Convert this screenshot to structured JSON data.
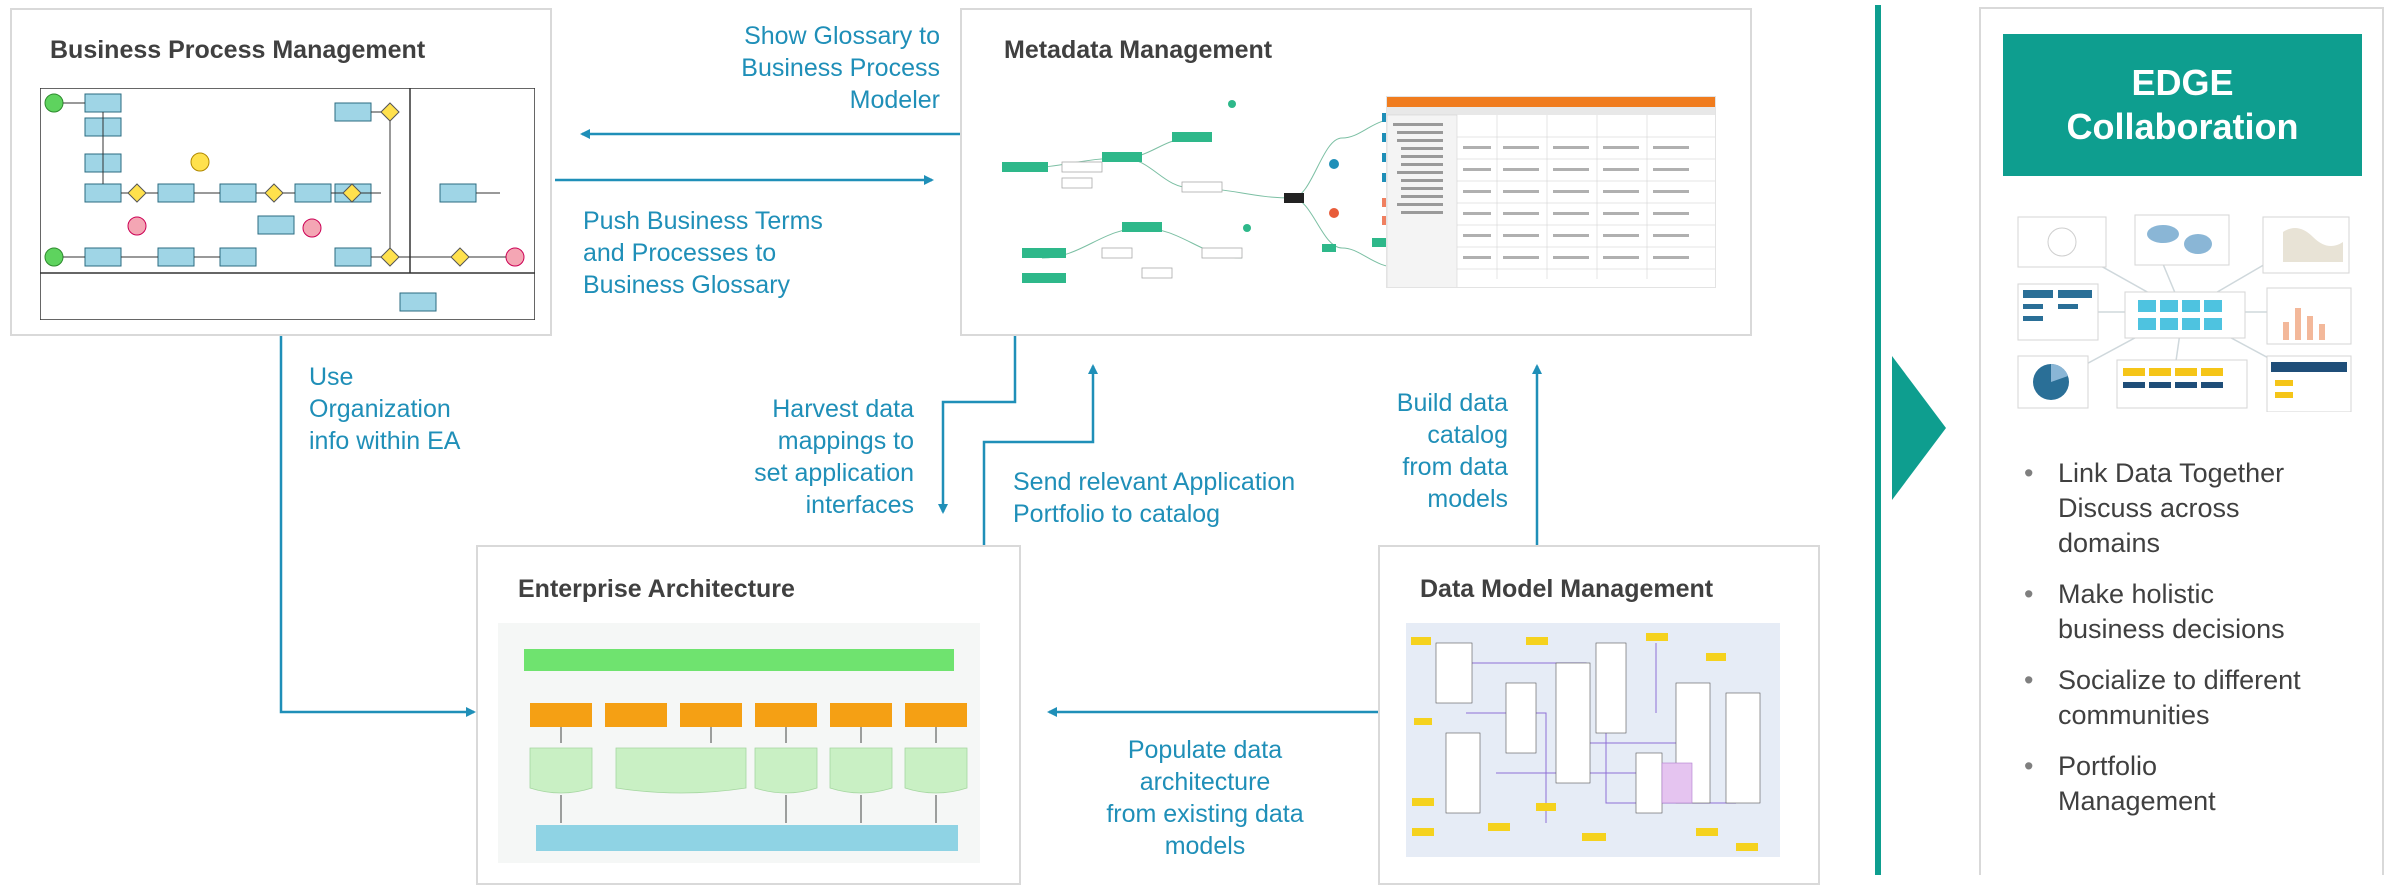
{
  "panels": {
    "bpm": {
      "title": "Business Process Management"
    },
    "metadata": {
      "title": "Metadata Management"
    },
    "ea": {
      "title": "Enterprise Architecture"
    },
    "dmm": {
      "title": "Data Model Management"
    }
  },
  "flows": {
    "show_glossary": [
      "Show Glossary to",
      "Business Process",
      "Modeler"
    ],
    "push_terms": [
      "Push Business Terms",
      "and Processes to",
      "Business Glossary"
    ],
    "use_org": [
      "Use",
      "Organization",
      "info within EA"
    ],
    "harvest": [
      "Harvest data",
      "mappings to",
      "set application",
      "interfaces"
    ],
    "send_portfolio": [
      "Send relevant Application",
      "Portfolio to catalog"
    ],
    "build_catalog": [
      "Build data",
      "catalog",
      "from data",
      "models"
    ],
    "populate": [
      "Populate data",
      "architecture",
      "from existing data",
      "models"
    ]
  },
  "edge": {
    "title_line1": "EDGE",
    "title_line2": "Collaboration",
    "bullets": [
      [
        "Link Data Together",
        "Discuss across",
        "domains"
      ],
      [
        "Make holistic",
        "business decisions"
      ],
      [
        "Socialize to different",
        "communities"
      ],
      [
        "Portfolio",
        "Management"
      ]
    ],
    "bullet_char": "•"
  },
  "colors": {
    "accent_teal": "#0e9e8f",
    "flow_blue": "#1f8fb8",
    "title_gray": "#404040",
    "border_gray": "#d9d9d9"
  }
}
